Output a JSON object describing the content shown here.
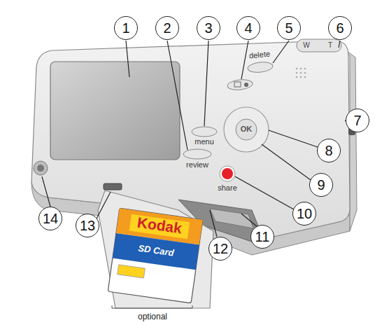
{
  "diagram": {
    "nodes": [
      {
        "text": [
          "1"
        ]
      },
      {
        "text": [
          "2"
        ]
      },
      {
        "text": [
          "3"
        ]
      },
      {
        "text": [
          "4"
        ]
      },
      {
        "text": [
          "5"
        ]
      },
      {
        "text": [
          "6"
        ]
      },
      {
        "text": [
          "7"
        ]
      },
      {
        "text": [
          "8"
        ]
      },
      {
        "text": [
          "9"
        ]
      },
      {
        "text": [
          "10"
        ]
      },
      {
        "text": [
          "11"
        ]
      },
      {
        "text": [
          "12"
        ]
      },
      {
        "text": [
          "13"
        ]
      },
      {
        "text": [
          "14"
        ]
      }
    ],
    "labels": [
      "delete",
      "menu",
      "review",
      "share",
      "OK",
      "W",
      "T",
      "Kodak",
      "SD Card",
      "optional"
    ]
  }
}
